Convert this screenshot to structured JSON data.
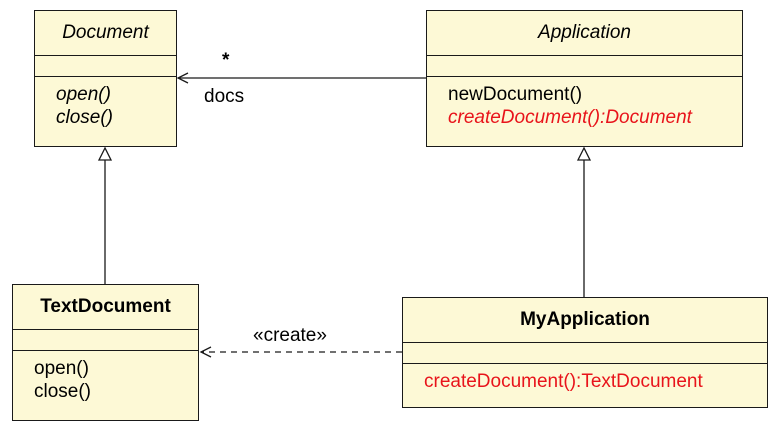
{
  "classes": {
    "document": {
      "name": "Document",
      "ops": [
        "open()",
        "close()"
      ]
    },
    "application": {
      "name": "Application",
      "ops": [
        "newDocument()",
        "createDocument():Document"
      ]
    },
    "text_document": {
      "name": "TextDocument",
      "ops": [
        "open()",
        "close()"
      ]
    },
    "my_application": {
      "name": "MyApplication",
      "ops": [
        "createDocument():TextDocument"
      ]
    }
  },
  "association": {
    "multiplicity": "*",
    "role": "docs"
  },
  "dependency": {
    "stereotype": "«create»"
  },
  "colors": {
    "class_fill": "#fdf9d6",
    "override_text": "#e8141b"
  }
}
